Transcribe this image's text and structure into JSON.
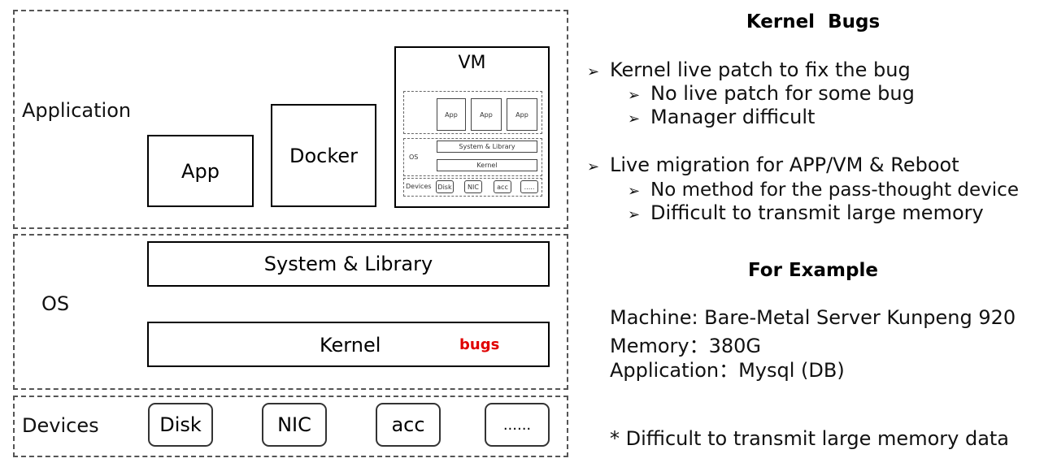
{
  "layers": {
    "application": "Application",
    "os": "OS",
    "devices": "Devices"
  },
  "boxes": {
    "app": "App",
    "docker": "Docker",
    "system_library": "System & Library",
    "kernel": "Kernel",
    "bugs_tag": "bugs"
  },
  "vm": {
    "title": "VM",
    "apps": [
      "App",
      "App",
      "App"
    ],
    "os_label": "OS",
    "system_library": "System & Library",
    "kernel": "Kernel",
    "devices_label": "Devices",
    "devices": [
      "Disk",
      "NIC",
      "acc",
      "....."
    ]
  },
  "devices": [
    "Disk",
    "NIC",
    "acc",
    "......"
  ],
  "right": {
    "heading": "Kernel  Bugs",
    "bullets": [
      {
        "text": "Kernel live patch to fix the bug",
        "sub": [
          "No live patch for some bug",
          "Manager difficult"
        ]
      },
      {
        "text": "Live migration for APP/VM & Reboot",
        "sub": [
          "No method for the pass-thought device",
          "Difficult to transmit large memory"
        ]
      }
    ],
    "example_heading": "For Example",
    "example_lines": [
      "Machine: Bare-Metal Server Kunpeng 920",
      "Memory：380G",
      "Application：Mysql (DB)"
    ],
    "note": "* Difficult to transmit large memory data"
  },
  "icons": {
    "bullet": "triangle-right-bullet-icon"
  }
}
